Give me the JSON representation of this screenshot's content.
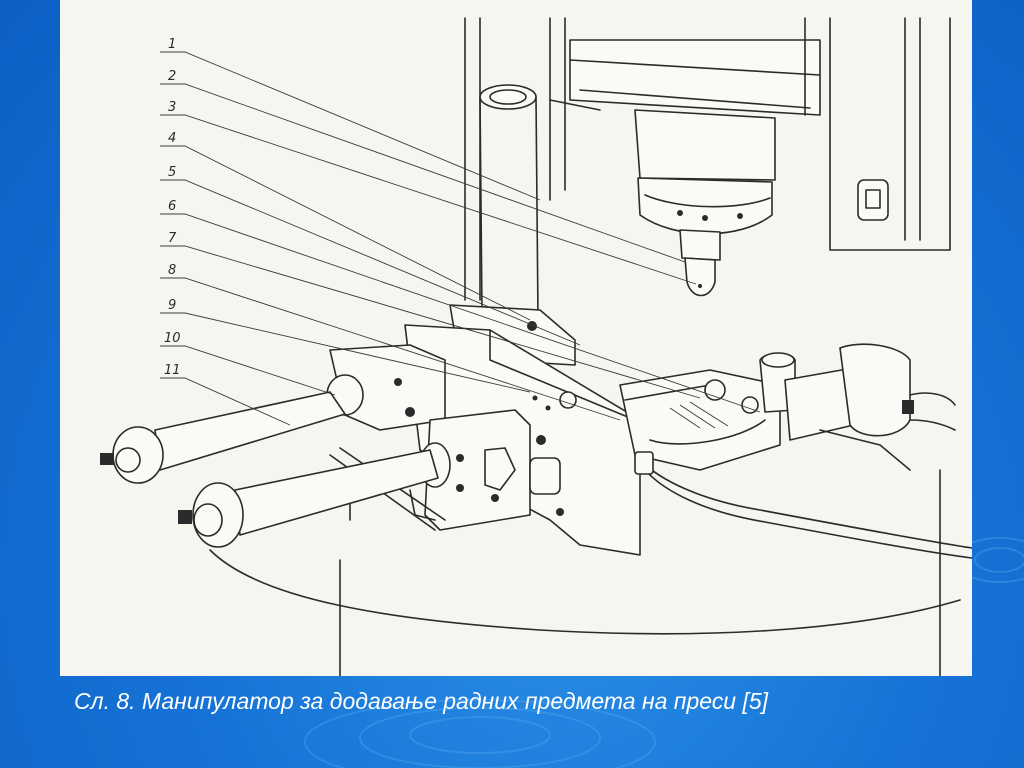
{
  "caption": "Сл. 8. Манипулатор за додавање радних предмета на преси [5]",
  "diagram": {
    "labels": [
      "1",
      "2",
      "3",
      "4",
      "5",
      "6",
      "7",
      "8",
      "9",
      "10",
      "11"
    ]
  },
  "colors": {
    "background": "#1674d6",
    "panel": "#f7f5ef",
    "ink": "#2b2b2b",
    "caption_text": "#ffffff"
  }
}
